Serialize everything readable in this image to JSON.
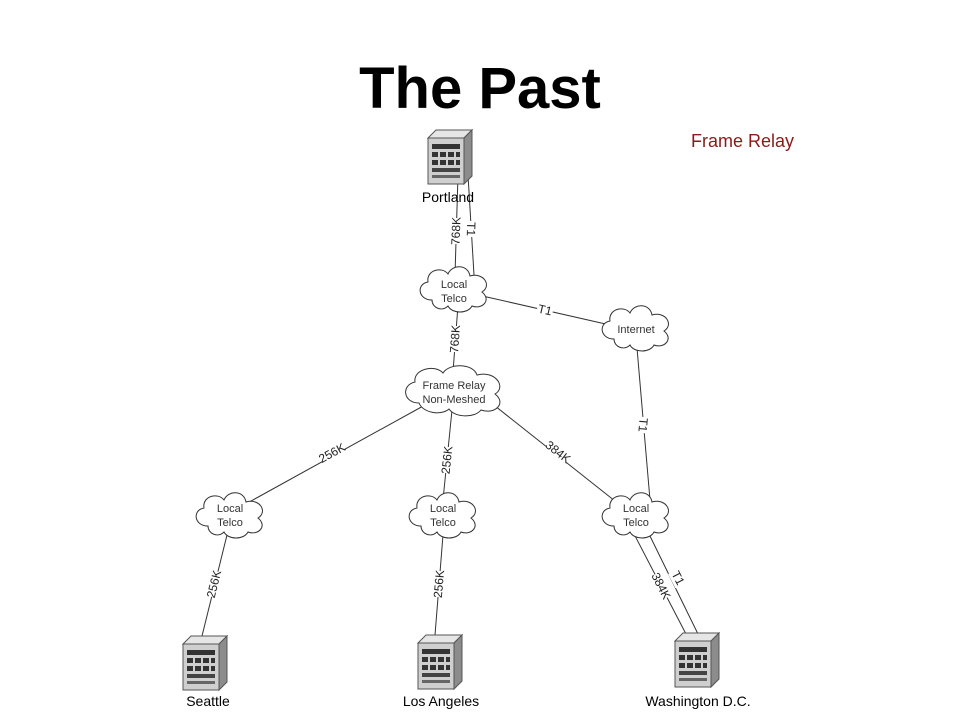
{
  "title": "The Past",
  "subtitle": "Frame Relay",
  "servers": {
    "portland": "Portland",
    "seattle": "Seattle",
    "los_angeles": "Los Angeles",
    "washington": "Washington D.C."
  },
  "clouds": {
    "telco_portland": [
      "Local",
      "Telco"
    ],
    "internet": [
      "Internet"
    ],
    "frame_relay": [
      "Frame Relay",
      "Non-Meshed"
    ],
    "telco_seattle": [
      "Local",
      "Telco"
    ],
    "telco_la": [
      "Local",
      "Telco"
    ],
    "telco_dc": [
      "Local",
      "Telco"
    ]
  },
  "links": {
    "portland_telco_768": "768K",
    "portland_telco_t1": "T1",
    "telco_internet_t1": "T1",
    "telco_framerelay_768": "768K",
    "framerelay_seattle_256": "256K",
    "framerelay_la_256": "256K",
    "framerelay_dc_384": "384K",
    "internet_dc_t1": "T1",
    "seattle_telco_256": "256K",
    "la_telco_256": "256K",
    "dc_telco_384": "384K",
    "dc_telco_t1": "T1"
  }
}
